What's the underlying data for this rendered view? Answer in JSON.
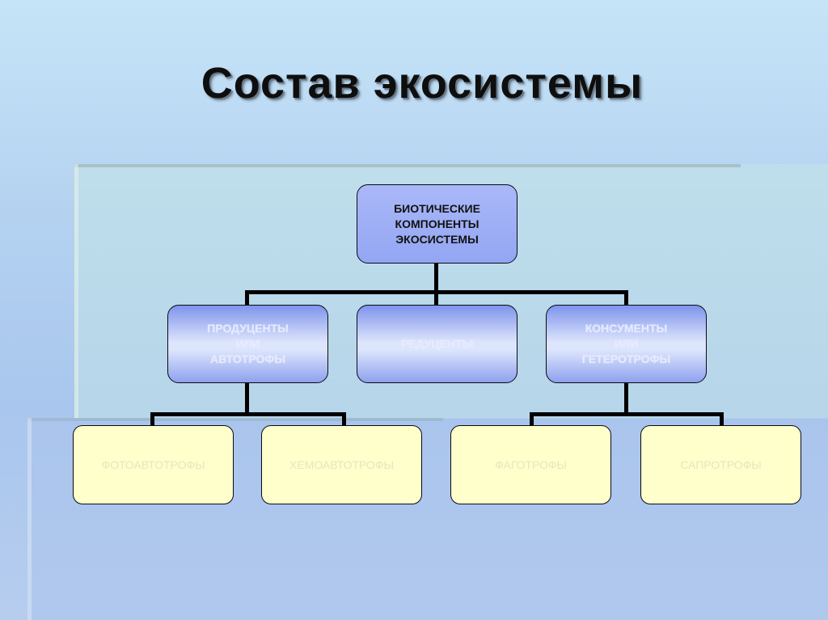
{
  "title": "Состав экосистемы",
  "diagram": {
    "root": "БИОТИЧЕСКИЕ\nКОМПОНЕНТЫ\nЭКОСИСТЕМЫ",
    "groups": [
      {
        "label": "ПРОДУЦЕНТЫ\nИЛИ\nАВТОТРОФЫ"
      },
      {
        "label": "РЕДУЦЕНТЫ"
      },
      {
        "label": "КОНСУМЕНТЫ\nИЛИ\nГЕТЕРОТРОФЫ"
      }
    ],
    "leaves": [
      {
        "label": "ФОТОАВТОТРОФЫ"
      },
      {
        "label": "ХЕМОАВТОТРОФЫ"
      },
      {
        "label": "ФАГОТРОФЫ"
      },
      {
        "label": "САПРОТРОФЫ"
      }
    ]
  },
  "colors": {
    "root_fill": "#9aacf5",
    "group_fill": "#dde5fc",
    "leaf_fill": "#ffffcc",
    "connector": "#000000"
  }
}
